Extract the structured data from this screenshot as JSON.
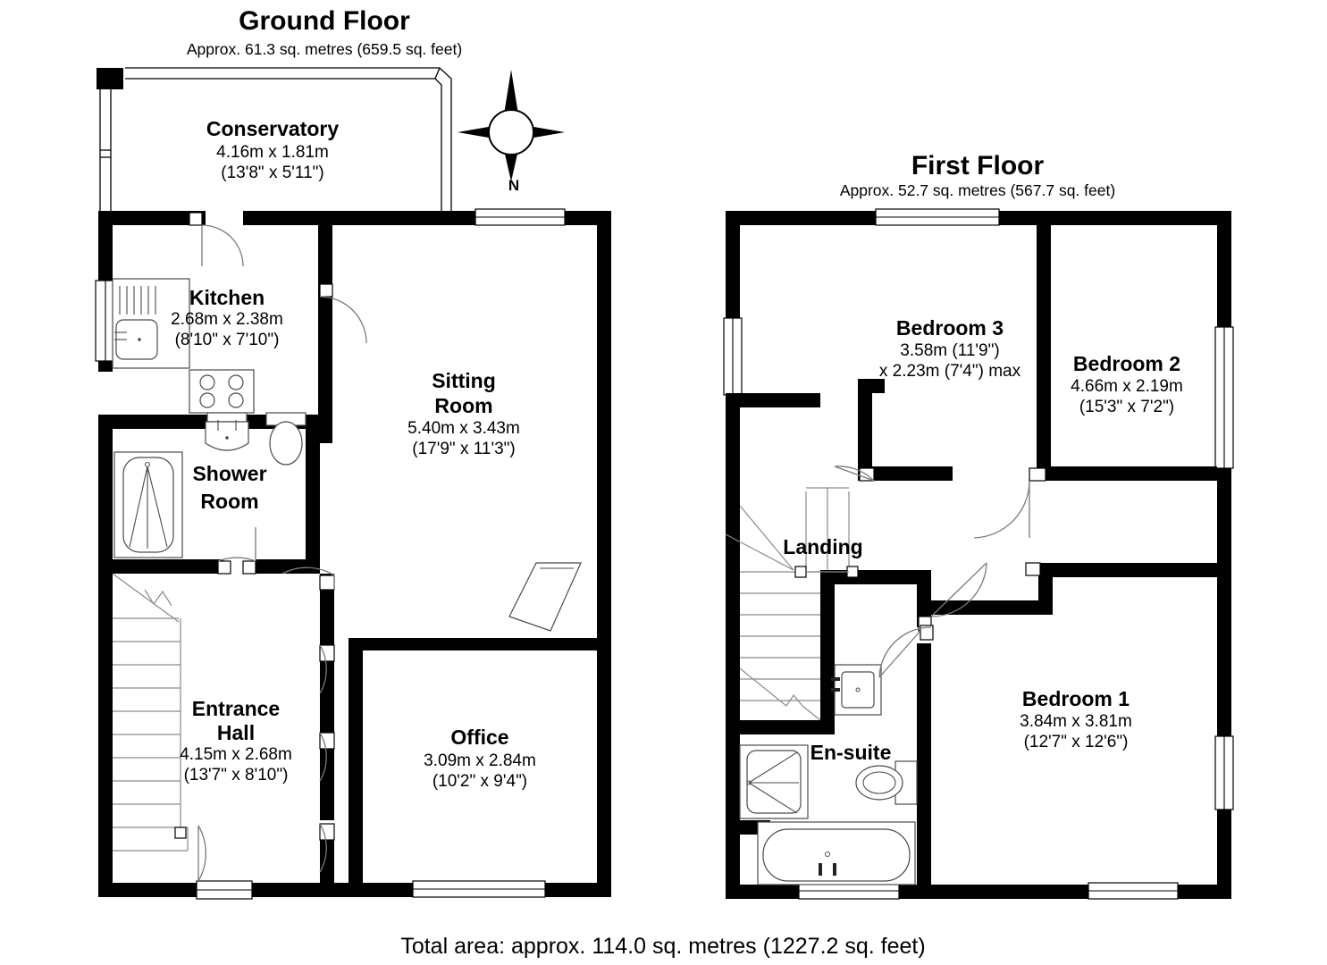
{
  "document": {
    "type": "floor-plan",
    "total_area_text": "Total area: approx. 114.0 sq. metres (1227.2 sq. feet)"
  },
  "ground_floor": {
    "title": "Ground Floor",
    "area_text": "Approx. 61.3 sq. metres (659.5 sq. feet)",
    "rooms": [
      {
        "name": "Conservatory",
        "dim_metric": "4.16m x 1.81m",
        "dim_imperial": "(13'8\" x 5'11\")"
      },
      {
        "name": "Kitchen",
        "dim_metric": "2.68m x 2.38m",
        "dim_imperial": "(8'10\" x 7'10\")"
      },
      {
        "name": "Sitting",
        "name2": "Room",
        "dim_metric": "5.40m x 3.43m",
        "dim_imperial": "(17'9\" x 11'3\")"
      },
      {
        "name": "Shower",
        "name2": "Room",
        "dim_metric": "",
        "dim_imperial": ""
      },
      {
        "name": "Entrance",
        "name2": "Hall",
        "dim_metric": "4.15m x 2.68m",
        "dim_imperial": "(13'7\" x 8'10\")"
      },
      {
        "name": "Office",
        "dim_metric": "3.09m x 2.84m",
        "dim_imperial": "(10'2\" x 9'4\")"
      }
    ]
  },
  "first_floor": {
    "title": "First Floor",
    "area_text": "Approx. 52.7 sq. metres (567.7 sq. feet)",
    "rooms": [
      {
        "name": "Bedroom 3",
        "dim_metric": "3.58m (11'9\")",
        "dim_imperial": "x 2.23m (7'4\") max"
      },
      {
        "name": "Bedroom 2",
        "dim_metric": "4.66m x 2.19m",
        "dim_imperial": "(15'3\" x 7'2\")"
      },
      {
        "name": "Bedroom 1",
        "dim_metric": "3.84m x 3.81m",
        "dim_imperial": "(12'7\" x 12'6\")"
      },
      {
        "name": "Landing",
        "dim_metric": "",
        "dim_imperial": ""
      },
      {
        "name": "En-suite",
        "dim_metric": "",
        "dim_imperial": ""
      }
    ]
  },
  "compass": {
    "label": "N",
    "icon": "compass-rose-icon"
  },
  "colors": {
    "wall": "#000000",
    "background": "#ffffff",
    "fixture_stroke": "#4a4a4a",
    "door_stroke": "#7a7a7a",
    "text": "#000000"
  }
}
